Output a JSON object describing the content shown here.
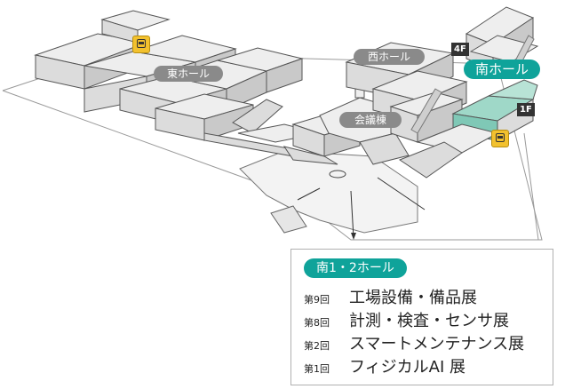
{
  "halls": {
    "east": "東ホール",
    "west": "西ホール",
    "conference": "会議棟",
    "south": "南ホール"
  },
  "floors": {
    "upper": "4F",
    "lower": "1F"
  },
  "icons": {
    "bus": "bus-stop-icon"
  },
  "colors": {
    "accent": "#0fa39a",
    "building": "#eeeeee",
    "highlight": "#9fd8c8",
    "label": "#8a8a8a"
  },
  "info_panel": {
    "title": "南1・2ホール",
    "events": [
      {
        "edition": "第9回",
        "name": "工場設備・備品展"
      },
      {
        "edition": "第8回",
        "name": "計測・検査・センサ展"
      },
      {
        "edition": "第2回",
        "name": "スマートメンテナンス展"
      },
      {
        "edition": "第1回",
        "name": "フィジカルAI 展"
      }
    ]
  }
}
